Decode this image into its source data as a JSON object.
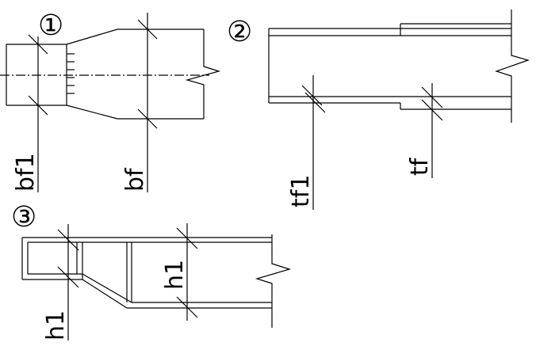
{
  "detail_1": {
    "marker": "①",
    "label_bf1": "bf1",
    "label_bf": "bf"
  },
  "detail_2": {
    "marker": "②",
    "label_tf1": "tf1",
    "label_tf": "tf"
  },
  "detail_3": {
    "marker": "③",
    "label_h1_left": "h1",
    "label_h1_right": "h1"
  },
  "colors": {
    "line": "#000000",
    "background": "#ffffff"
  }
}
